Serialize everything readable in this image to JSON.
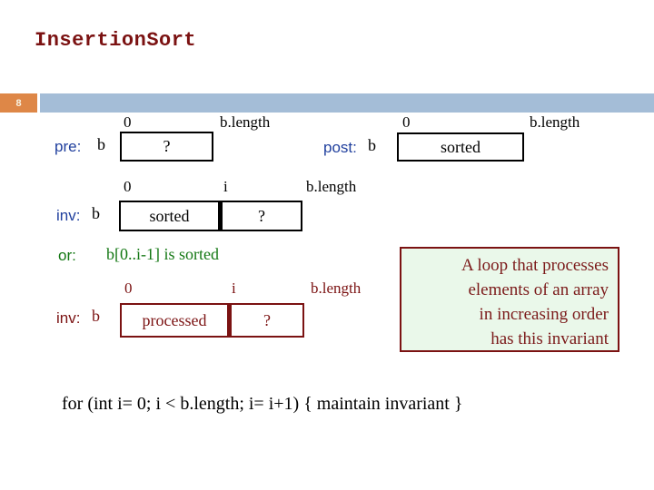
{
  "slide": {
    "title": "InsertionSort",
    "page_number": "8"
  },
  "colors": {
    "dark_red": "#7B1212",
    "label_blue": "#21409E",
    "green": "#147814",
    "page_badge_orange": "#DE8747",
    "header_bar_blue": "#A4BDD7",
    "note_bg_green": "#EAF8EA"
  },
  "diagrams": {
    "pre": {
      "label": "pre:",
      "array_name": "b",
      "left_index": "0",
      "right_index": "b.length",
      "segments": [
        {
          "text": "?"
        }
      ]
    },
    "post": {
      "label": "post:",
      "array_name": "b",
      "left_index": "0",
      "right_index": "b.length",
      "segments": [
        {
          "text": "sorted"
        }
      ]
    },
    "inv1": {
      "label": "inv:",
      "array_name": "b",
      "left_index": "0",
      "mid_index": "i",
      "right_index": "b.length",
      "segments": [
        {
          "text": "sorted"
        },
        {
          "text": "?"
        }
      ]
    },
    "or_line": {
      "label": "or:",
      "text": "b[0..i-1] is sorted"
    },
    "inv2": {
      "label": "inv:",
      "array_name": "b",
      "left_index": "0",
      "mid_index": "i",
      "right_index": "b.length",
      "segments": [
        {
          "text": "processed"
        },
        {
          "text": "?"
        }
      ]
    }
  },
  "note_box": {
    "lines": [
      "A loop that processes",
      "elements of an array",
      "in increasing order",
      "has this invariant"
    ]
  },
  "code_line": "for (int i= 0; i < b.length; i= i+1) { maintain invariant }"
}
